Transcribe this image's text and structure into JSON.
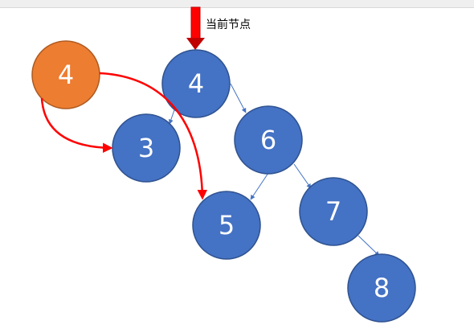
{
  "diagram": {
    "current_node_label": "当前节点",
    "colors": {
      "node_fill": "#4472C4",
      "node_stroke": "#2F528F",
      "highlight_fill": "#ED7D31",
      "highlight_stroke": "#AE5A21",
      "edge": "#4472C4",
      "red_arrow": "#FF0000"
    },
    "nodes": [
      {
        "id": "orange-4",
        "value": "4",
        "style": "highlight"
      },
      {
        "id": "root-4",
        "value": "4",
        "style": "normal"
      },
      {
        "id": "node-3",
        "value": "3",
        "style": "normal"
      },
      {
        "id": "node-6",
        "value": "6",
        "style": "normal"
      },
      {
        "id": "node-5",
        "value": "5",
        "style": "normal"
      },
      {
        "id": "node-7",
        "value": "7",
        "style": "normal"
      },
      {
        "id": "node-8",
        "value": "8",
        "style": "normal"
      }
    ],
    "edges": [
      {
        "from": "root-4",
        "to": "node-3"
      },
      {
        "from": "root-4",
        "to": "node-6"
      },
      {
        "from": "node-6",
        "to": "node-5"
      },
      {
        "from": "node-6",
        "to": "node-7"
      },
      {
        "from": "node-7",
        "to": "node-8"
      }
    ],
    "red_arrows": [
      {
        "from": "orange-4",
        "to": "node-3"
      },
      {
        "from": "orange-4",
        "to": "node-5"
      }
    ]
  }
}
